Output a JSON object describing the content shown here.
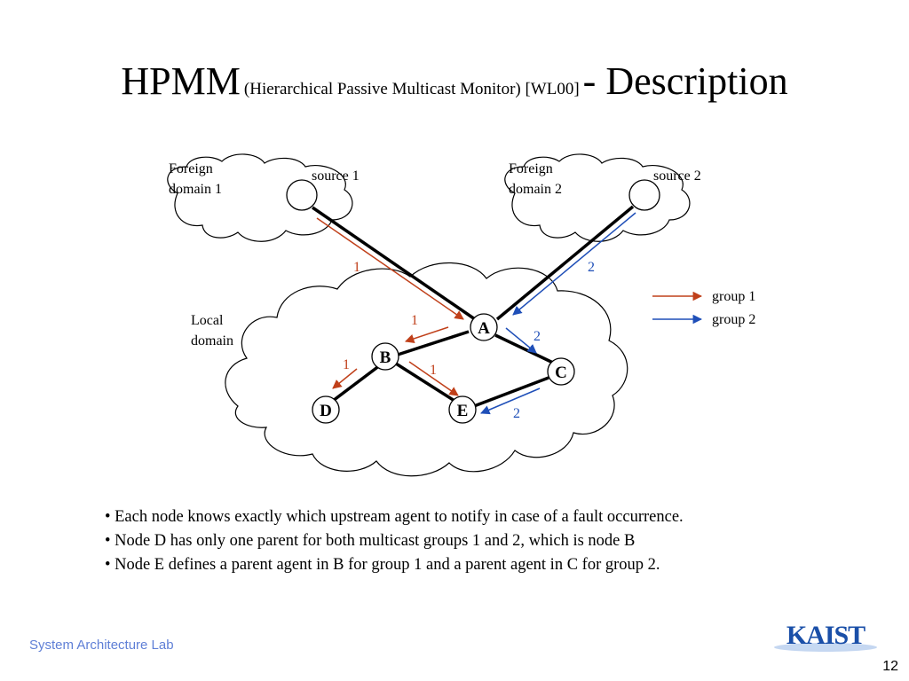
{
  "title": {
    "main": "HPMM",
    "sub": "(Hierarchical Passive Multicast Monitor) [WL00]",
    "tail": "- Description"
  },
  "diagram": {
    "clouds": {
      "foreign1": [
        "Foreign",
        "domain 1"
      ],
      "foreign2": [
        "Foreign",
        "domain 2"
      ],
      "local": [
        "Local",
        "domain"
      ]
    },
    "sources": {
      "s1": "source 1",
      "s2": "source 2"
    },
    "nodes": {
      "A": "A",
      "B": "B",
      "C": "C",
      "D": "D",
      "E": "E"
    },
    "flow_labels": {
      "g1_src": "1",
      "g1_ab": "1",
      "g1_bd": "1",
      "g1_be": "1",
      "g2_src": "2",
      "g2_ac": "2",
      "g2_ce": "2"
    },
    "legend": {
      "group1": "group 1",
      "group2": "group 2"
    },
    "colors": {
      "group1": "#c0401a",
      "group2": "#1f4fb8",
      "links": "#000000"
    }
  },
  "bullets": [
    "• Each node knows exactly which upstream agent to notify in case of a fault occurrence.",
    "• Node D has only one parent for both multicast groups 1 and 2, which is node B",
    "• Node E defines a parent agent in B for group 1 and a parent agent in C for group 2."
  ],
  "footer": {
    "lab": "System Architecture Lab",
    "page": "12"
  },
  "logo": {
    "text": "KAIST",
    "color": "#1a4fa8"
  }
}
